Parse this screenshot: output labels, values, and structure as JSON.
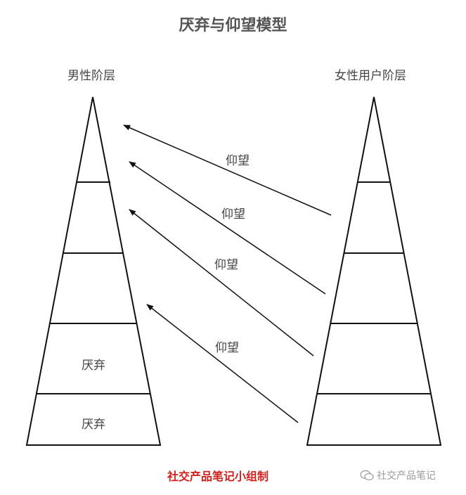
{
  "title": "厌弃与仰望模型",
  "male": {
    "label": "男性阶层",
    "tier_labels": [
      "厌弃",
      "厌弃"
    ]
  },
  "female": {
    "label": "女性用户阶层"
  },
  "arrows": [
    "仰望",
    "仰望",
    "仰望",
    "仰望"
  ],
  "footer": "社交产品笔记小组制",
  "watermark": "社交产品笔记"
}
